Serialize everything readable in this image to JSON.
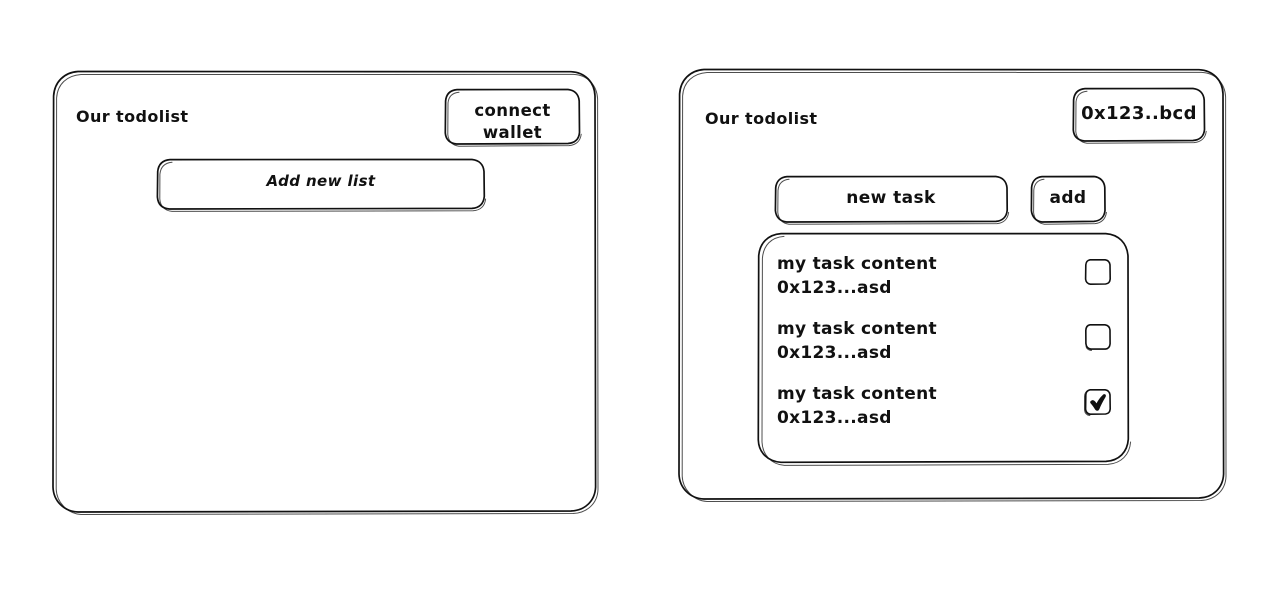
{
  "screens": {
    "left": {
      "title": "Our todolist",
      "connect_wallet_label": "connect\nwallet",
      "add_new_list_label": "Add new list"
    },
    "right": {
      "title": "Our todolist",
      "account_address": "0x123..bcd",
      "new_task_value": "new task",
      "add_button_label": "add",
      "tasks": [
        {
          "content": "my task content",
          "owner": "0x123...asd",
          "checked": false,
          "checkbox_icon": "checkbox-empty-icon"
        },
        {
          "content": "my task content",
          "owner": "0x123...asd",
          "checked": false,
          "checkbox_icon": "checkbox-empty-icon"
        },
        {
          "content": "my task content",
          "owner": "0x123...asd",
          "checked": true,
          "checkbox_icon": "checkbox-checked-icon"
        }
      ]
    }
  },
  "colors": {
    "background": "#ffffff",
    "stroke": "#111111",
    "text": "#111111"
  }
}
